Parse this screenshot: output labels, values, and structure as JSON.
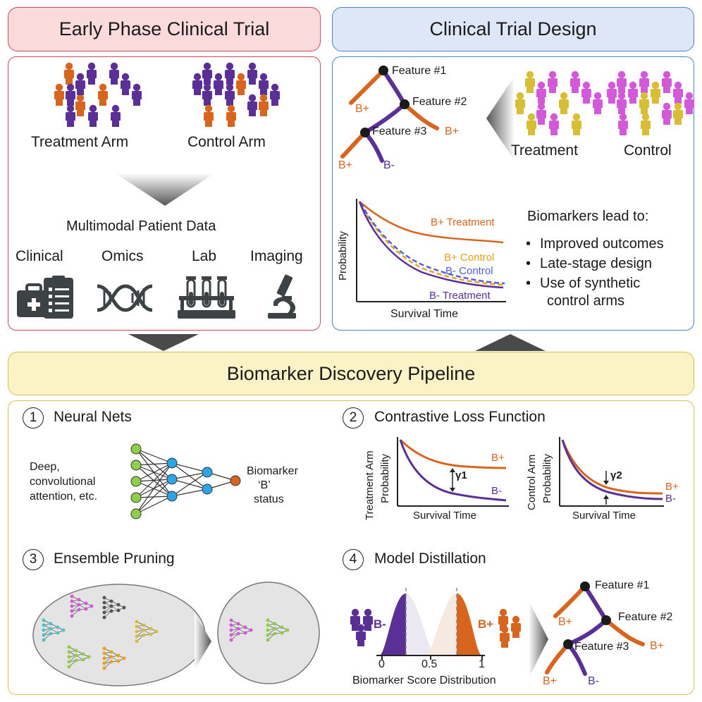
{
  "early_phase": {
    "title": "Early Phase Clinical Trial",
    "treatment_arm": "Treatment Arm",
    "control_arm": "Control Arm",
    "multimodal": "Multimodal Patient Data",
    "modalities": [
      "Clinical",
      "Omics",
      "Lab",
      "Imaging"
    ]
  },
  "trial_design": {
    "title": "Clinical Trial Design",
    "tree": {
      "f1": "Feature #1",
      "f2": "Feature #2",
      "f3": "Feature #3",
      "bplus": "B+",
      "bminus": "B-"
    },
    "treatment": "Treatment",
    "control": "Control",
    "curve_labels": {
      "bp_treat": "B+ Treatment",
      "bp_ctrl": "B+ Control",
      "bm_ctrl": "B- Control",
      "bm_treat": "B- Treatment"
    },
    "ylabel": "Probability",
    "xlabel": "Survival Time",
    "biomarkers_title": "Biomarkers lead to:",
    "bullets": [
      "Improved outcomes",
      "Late-stage design",
      "Use of synthetic"
    ],
    "bullet_cont": "control arms"
  },
  "pipeline": {
    "title": "Biomarker Discovery Pipeline",
    "steps": [
      {
        "num": "1",
        "title": "Neural Nets"
      },
      {
        "num": "2",
        "title": "Contrastive Loss Function"
      },
      {
        "num": "3",
        "title": "Ensemble Pruning"
      },
      {
        "num": "4",
        "title": "Model Distillation"
      }
    ],
    "nn_input": [
      "Deep,",
      "convolutional",
      "attention, etc."
    ],
    "nn_output": [
      "Biomarker",
      "‘B’",
      "status"
    ],
    "contrastive": {
      "treat_ylabel": "Treatment Arm",
      "ctrl_ylabel": "Control Arm",
      "prob": "Probability",
      "xlabel": "Survival Time",
      "gamma1": "γ1",
      "gamma2": "γ2",
      "bplus": "B+",
      "bminus": "B-"
    },
    "distill": {
      "bminus": "B-",
      "bplus": "B+",
      "ticks": [
        "0",
        "0.5",
        "1"
      ],
      "xlabel": "Biomarker Score Distribution"
    }
  },
  "colors": {
    "orange": "#d8651e",
    "purple": "#5b3096",
    "amber": "#e8a21c",
    "blue": "#4f5fe0",
    "yellow_person": "#d8bd36",
    "magenta_person": "#d25ad9",
    "nn_green": "#8fce4a",
    "nn_blue": "#2aa6e6"
  }
}
